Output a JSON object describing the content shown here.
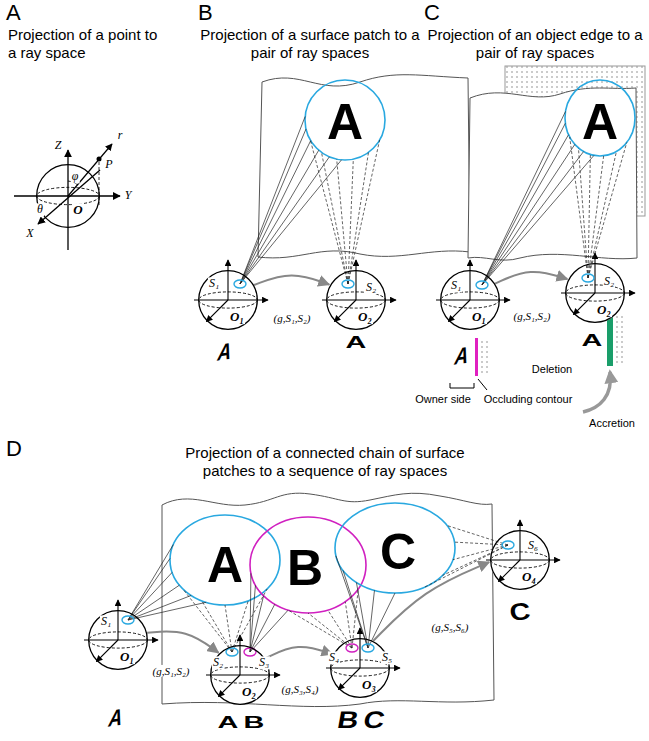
{
  "diagram": {
    "nodes": [
      {
        "text": [
          "O"
        ]
      },
      {
        "text": [
          "O₁"
        ]
      },
      {
        "text": [
          "O₂"
        ]
      },
      {
        "text": [
          "O₁"
        ]
      },
      {
        "text": [
          "O₂"
        ]
      },
      {
        "text": [
          "O₁"
        ]
      },
      {
        "text": [
          "O₂"
        ]
      },
      {
        "text": [
          "O₃"
        ]
      },
      {
        "text": [
          "O₄"
        ]
      }
    ],
    "edges": [
      {
        "from": 1,
        "to": 2,
        "arrow": "to",
        "label": "(g,S₁,S₂)"
      },
      {
        "from": 3,
        "to": 4,
        "arrow": "to",
        "label": "(g,S₁,S₂)"
      },
      {
        "from": 5,
        "to": 6,
        "arrow": "to",
        "label": "(g,S₁,S₂)"
      },
      {
        "from": 6,
        "to": 7,
        "arrow": "to",
        "label": "(g,S₃,S₄)"
      },
      {
        "from": 7,
        "to": 8,
        "arrow": "to",
        "label": "(g,S₅,S₆)"
      }
    ],
    "labels": [
      "A",
      "Projection of a point to a ray space",
      "Z",
      "Y",
      "X",
      "r",
      "P",
      "φ",
      "θ",
      "B",
      "Projection of a surface patch to a pair of ray spaces",
      "A",
      "S₁",
      "S₂",
      "A",
      "A",
      "C",
      "Projection of an object edge to a pair of ray spaces",
      "A",
      "S₁",
      "S₂",
      "A",
      "A",
      "Deletion",
      "Accretion",
      "Owner side",
      "Occluding contour",
      "D",
      "Projection of a connected chain of surface patches to a sequence of ray spaces",
      "A",
      "B",
      "C",
      "S₁",
      "S₂",
      "S₃",
      "S₄",
      "S₅",
      "S₆",
      "A",
      "A",
      "B",
      "B",
      "C",
      "C"
    ]
  }
}
